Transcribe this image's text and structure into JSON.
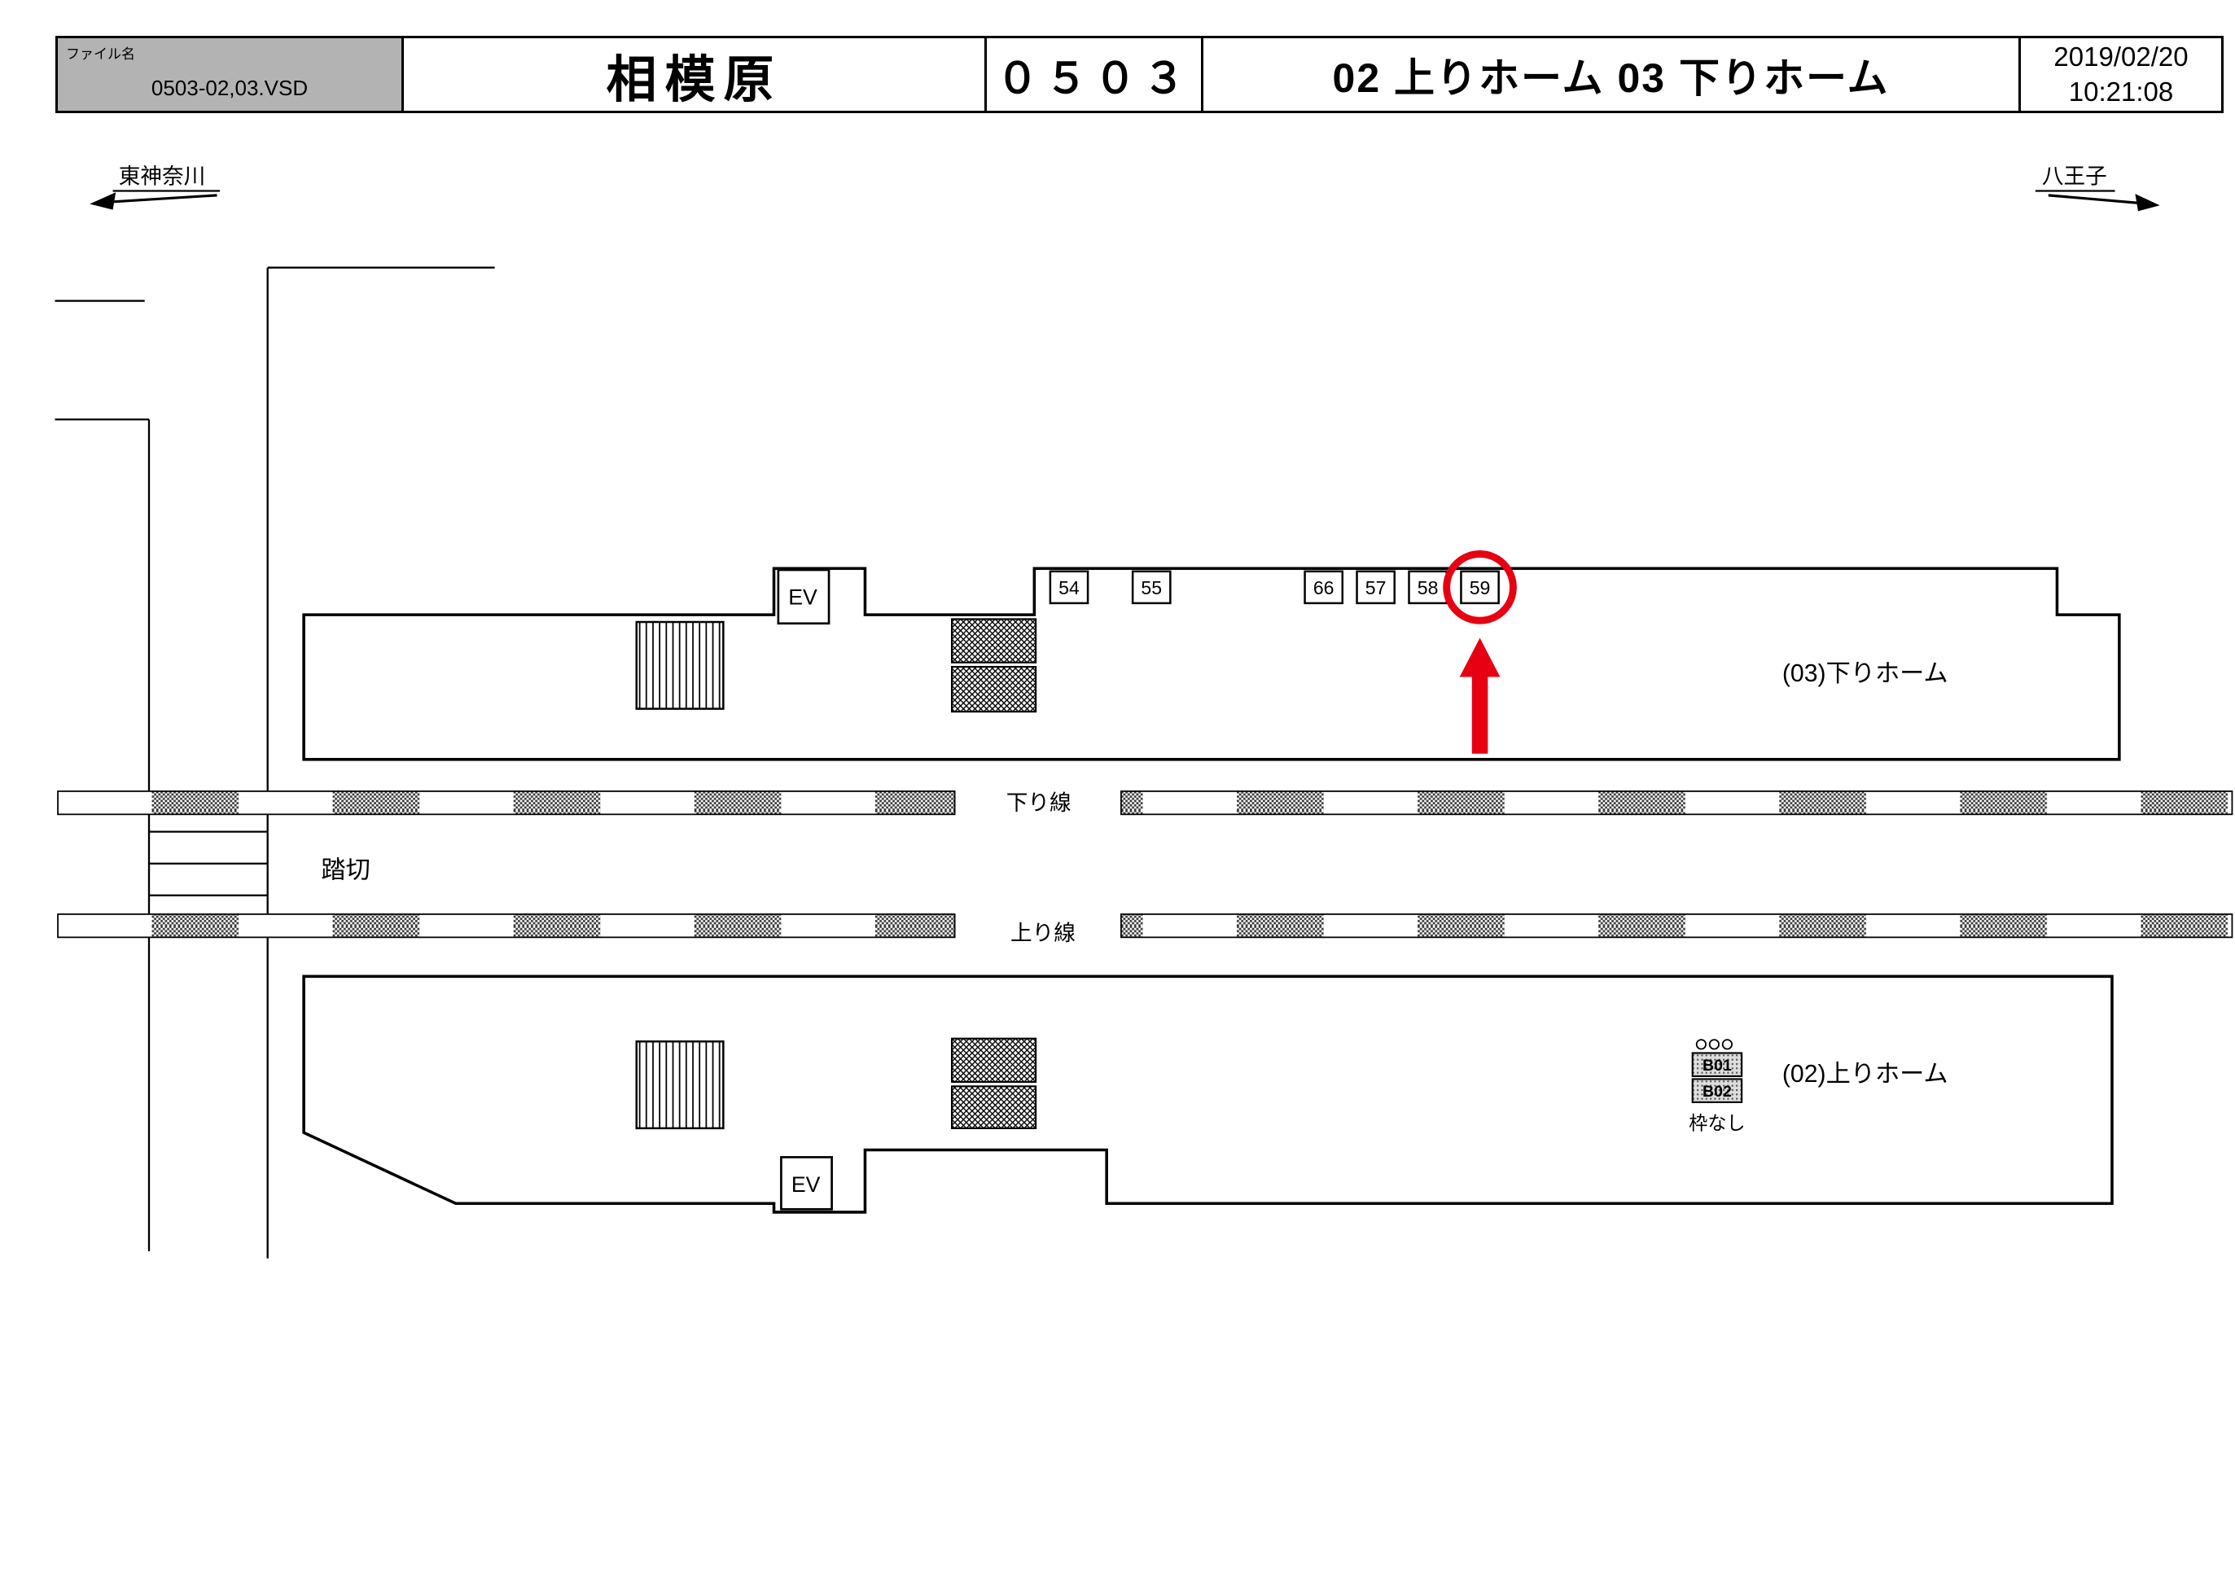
{
  "header": {
    "file_label": "ファイル名",
    "file_name": "0503-02,03.VSD",
    "station_name": "相模原",
    "station_code": "０５０３",
    "platforms_title": "02 上りホーム 03 下りホーム",
    "date": "2019/02/20",
    "time": "10:21:08"
  },
  "directions": {
    "left_station": "東神奈川",
    "right_station": "八王子"
  },
  "tracks": {
    "down_line_label": "下り線",
    "up_line_label": "上り線",
    "crossing_label": "踏切"
  },
  "platform_down": {
    "name": "(03)下りホーム",
    "elevator_label": "EV",
    "ad_boxes": [
      {
        "label": "54",
        "highlighted": false
      },
      {
        "label": "55",
        "highlighted": false
      },
      {
        "label": "66",
        "highlighted": false
      },
      {
        "label": "57",
        "highlighted": false
      },
      {
        "label": "58",
        "highlighted": false
      },
      {
        "label": "59",
        "highlighted": true
      }
    ]
  },
  "platform_up": {
    "name": "(02)上りホーム",
    "elevator_label": "EV",
    "sign_boxes": [
      {
        "label": "B01"
      },
      {
        "label": "B02"
      }
    ],
    "note": "枠なし"
  },
  "colors": {
    "highlight_red": "#e60012",
    "header_gray": "#b3b3b3"
  }
}
